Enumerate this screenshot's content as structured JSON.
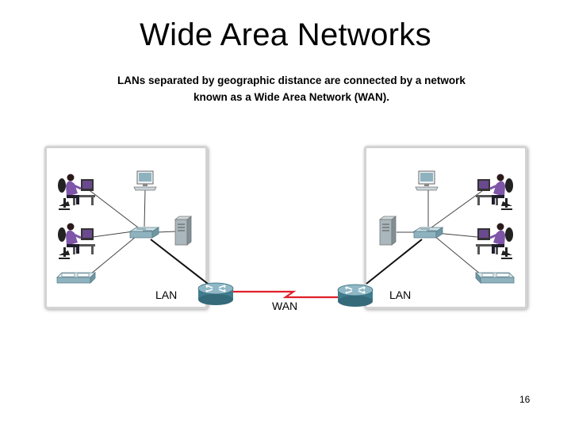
{
  "slide": {
    "title": "Wide Area Networks",
    "caption_line1": "LANs separated by geographic distance are connected by a network",
    "caption_line2": "known as a Wide Area Network (WAN).",
    "page_number": "16"
  },
  "diagram": {
    "left_lan_label": "LAN",
    "right_lan_label": "LAN",
    "wan_label": "WAN",
    "colors": {
      "wan_link": "#e0202a",
      "router": "#3f7d8f",
      "switch": "#8fb2bf",
      "panel_border": "#d3d3d3",
      "person_shirt": "#7e55a8"
    }
  }
}
